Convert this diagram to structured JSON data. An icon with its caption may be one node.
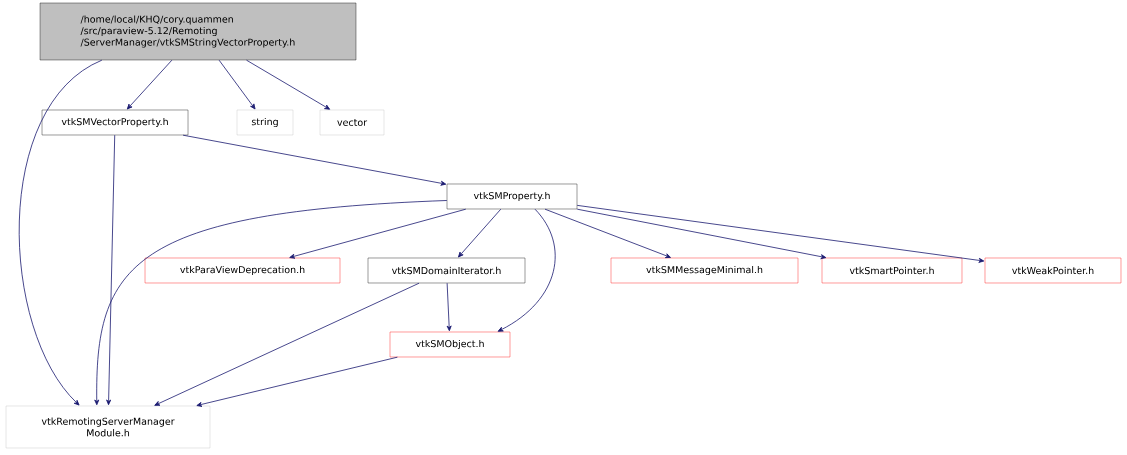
{
  "diagram": {
    "nodes": [
      {
        "text": [
          "/home/local/KHQ/cory.quammen /src/paraview-5.12/Remoting /ServerManager/vtkSMStringVectorProperty.h"
        ]
      },
      {
        "text": [
          "vtkSMVectorProperty.h"
        ]
      },
      {
        "text": [
          "string"
        ]
      },
      {
        "text": [
          "vector"
        ]
      },
      {
        "text": [
          "vtkSMProperty.h"
        ]
      },
      {
        "text": [
          "vtkParaViewDeprecation.h"
        ]
      },
      {
        "text": [
          "vtkSMDomainIterator.h"
        ]
      },
      {
        "text": [
          "vtkSMMessageMinimal.h"
        ]
      },
      {
        "text": [
          "vtkSmartPointer.h"
        ]
      },
      {
        "text": [
          "vtkWeakPointer.h"
        ]
      },
      {
        "text": [
          "vtkSMObject.h"
        ]
      },
      {
        "text": [
          "vtkRemotingServerManager Module.h"
        ]
      }
    ],
    "edges": [
      {
        "from": 0,
        "to": 11,
        "arrow": "to"
      },
      {
        "from": 0,
        "to": 1,
        "arrow": "to"
      },
      {
        "from": 0,
        "to": 2,
        "arrow": "to"
      },
      {
        "from": 0,
        "to": 3,
        "arrow": "to"
      },
      {
        "from": 1,
        "to": 11,
        "arrow": "to"
      },
      {
        "from": 1,
        "to": 4,
        "arrow": "to"
      },
      {
        "from": 4,
        "to": 11,
        "arrow": "to"
      },
      {
        "from": 4,
        "to": 5,
        "arrow": "to"
      },
      {
        "from": 4,
        "to": 6,
        "arrow": "to"
      },
      {
        "from": 4,
        "to": 10,
        "arrow": "to"
      },
      {
        "from": 4,
        "to": 7,
        "arrow": "to"
      },
      {
        "from": 4,
        "to": 8,
        "arrow": "to"
      },
      {
        "from": 4,
        "to": 9,
        "arrow": "to"
      },
      {
        "from": 6,
        "to": 10,
        "arrow": "to"
      },
      {
        "from": 6,
        "to": 11,
        "arrow": "to"
      },
      {
        "from": 10,
        "to": 11,
        "arrow": "to"
      }
    ]
  }
}
